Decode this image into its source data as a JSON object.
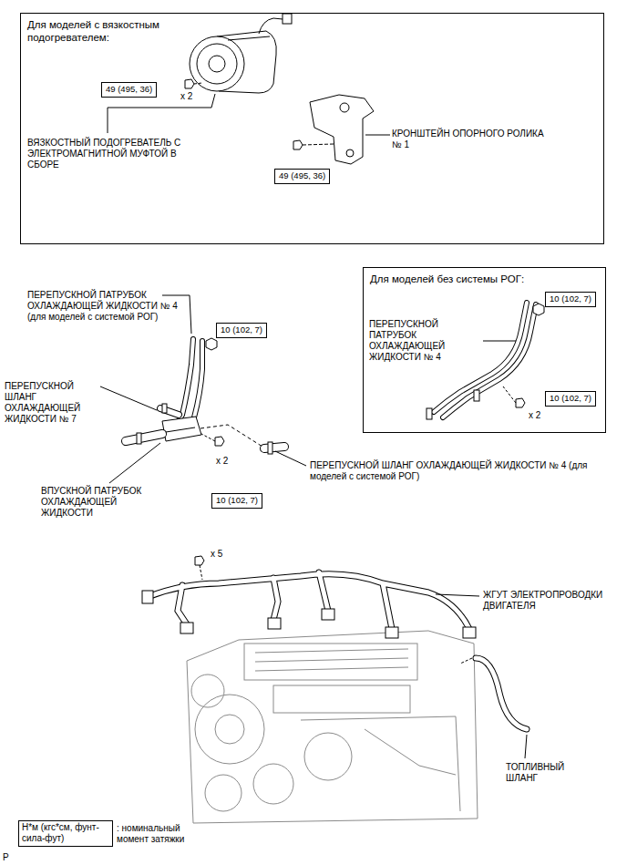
{
  "diagram": {
    "nodes": [
      {
        "text": [
          "Для моделей с вязкостным подогревателем:"
        ]
      },
      {
        "text": [
          "49 (495, 36)"
        ],
        "in": 0
      },
      {
        "text": [
          "49 (495, 36)"
        ],
        "in": 0
      },
      {
        "text": [
          "Для моделей без системы РОГ:"
        ]
      },
      {
        "text": [
          "10 (102, 7)"
        ],
        "in": 3
      },
      {
        "text": [
          "10 (102, 7)"
        ],
        "in": 3
      },
      {
        "text": [
          "10 (102, 7)"
        ]
      },
      {
        "text": [
          "10 (102, 7)"
        ]
      },
      {
        "text": [
          "Н*м (кгс*см, фунт-сила-фут)"
        ]
      }
    ],
    "labels": [
      "x 2",
      "ВЯЗКОСТНЫЙ ПОДОГРЕВАТЕЛЬ С ЭЛЕКТРОМАГНИТНОЙ МУФТОЙ В СБОРЕ",
      "КРОНШТЕЙН ОПОРНОГО РОЛИКА № 1",
      "ПЕРЕПУСКНОЙ ПАТРУБОК ОХЛАЖДАЮЩЕЙ ЖИДКОСТИ № 4 (для моделей с системой РОГ)",
      "ПЕРЕПУСКНОЙ ПАТРУБОК ОХЛАЖДАЮЩЕЙ ЖИДКОСТИ № 4",
      "ПЕРЕПУСКНОЙ ШЛАНГ ОХЛАЖДАЮЩЕЙ ЖИДКОСТИ № 7",
      "x 2",
      "ПЕРЕПУСКНОЙ ШЛАНГ ОХЛАЖДАЮЩЕЙ ЖИДКОСТИ № 4 (для моделей с системой РОГ)",
      "ВПУСКНОЙ ПАТРУБОК ОХЛАЖДАЮЩЕЙ ЖИДКОСТИ",
      "x 2",
      "x 5",
      "ЖГУТ ЭЛЕКТРОПРОВОДКИ ДВИГАТЕЛЯ",
      "ТОПЛИВНЫЙ ШЛАНГ",
      ": номинальный момент затяжки",
      "P"
    ]
  }
}
